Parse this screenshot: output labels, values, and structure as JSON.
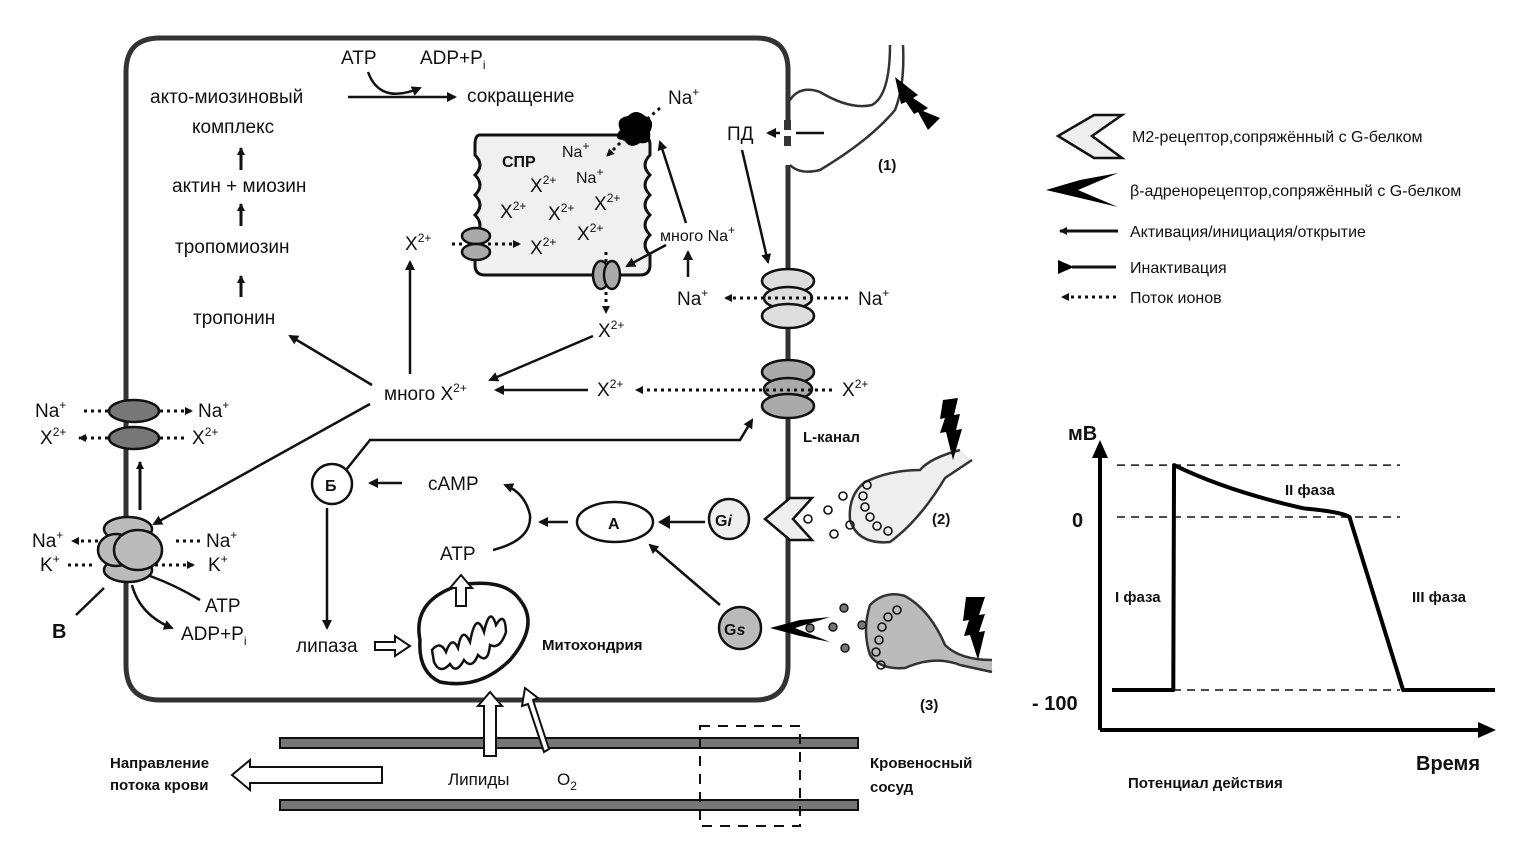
{
  "cell": {
    "reaction": {
      "atp": "ATP",
      "adp": "ADP+P",
      "adp_sub": "i",
      "product": "сокращение"
    },
    "chain": {
      "complex_line1": "акто-миозиновый",
      "complex_line2": "комплекс",
      "actin_myosin": "актин + миозин",
      "tropomyosin": "тропомиозин",
      "troponin": "тропонин"
    },
    "spr": {
      "label": "СПР",
      "na_out": "Na",
      "na_in1": "Na",
      "na_in2": "Na",
      "x_ions": [
        "X",
        "X",
        "X",
        "X",
        "X",
        "X",
        "X"
      ],
      "x_left": "X",
      "x_below": "X"
    },
    "many_na": "много Na",
    "na_channel": {
      "left": "Na",
      "right": "Na"
    },
    "l_channel": {
      "left": "X",
      "right": "X",
      "label": "L-канал"
    },
    "many_x": "много X",
    "pd": "ПД",
    "exchanger": {
      "na_left": "Na",
      "na_right": "Na",
      "x_left": "X",
      "x_right": "X"
    },
    "pump": {
      "na_left": "Na",
      "na_right": "Na",
      "k_left": "K",
      "k_right": "K",
      "atp": "ATP",
      "adp": "ADP+P",
      "adp_sub": "i",
      "label": "В"
    },
    "b_node": "Б",
    "camp": "cAMP",
    "atp2": "ATP",
    "a_node": "A",
    "gi": "G",
    "gi_sub": "i",
    "gs": "G",
    "gs_sub": "s",
    "lipase": "липаза",
    "mito": "Митохондрия",
    "plus": "+",
    "charge2": "2+"
  },
  "terminals": {
    "t1": "(1)",
    "t2": "(2)",
    "t3": "(3)"
  },
  "vessel": {
    "lipids": "Липиды",
    "o2": "O",
    "o2_sub": "2",
    "flow_line1": "Направление",
    "flow_line2": "потока крови",
    "vessel_line1": "Кровеносный",
    "vessel_line2": "сосуд"
  },
  "legend": [
    {
      "icon": "m2-receptor-icon",
      "label": "М2-рецептор,сопряжённый с G-белком"
    },
    {
      "icon": "beta-receptor-icon",
      "label": "β-адренорецептор,сопряжённый с G-белком"
    },
    {
      "icon": "activation-arrow-icon",
      "label": "Активация/инициация/открытие"
    },
    {
      "icon": "inactivation-arrow-icon",
      "label": "Инактивация"
    },
    {
      "icon": "ion-flow-arrow-icon",
      "label": "Поток ионов"
    }
  ],
  "chart_data": {
    "type": "line",
    "title": "Потенциал действия",
    "xlabel": "Время",
    "ylabel": "мВ",
    "yticks": [
      "0",
      "- 100"
    ],
    "ylim": [
      -120,
      60
    ],
    "phase_labels": [
      "I фаза",
      "II фаза",
      "III фаза"
    ],
    "x": [
      0,
      16,
      16.2,
      30,
      50,
      60,
      62,
      76,
      100
    ],
    "y": [
      -100,
      -100,
      30,
      15,
      5,
      3,
      0,
      -100,
      -100
    ],
    "reference_lines": [
      30,
      0,
      -100
    ]
  }
}
